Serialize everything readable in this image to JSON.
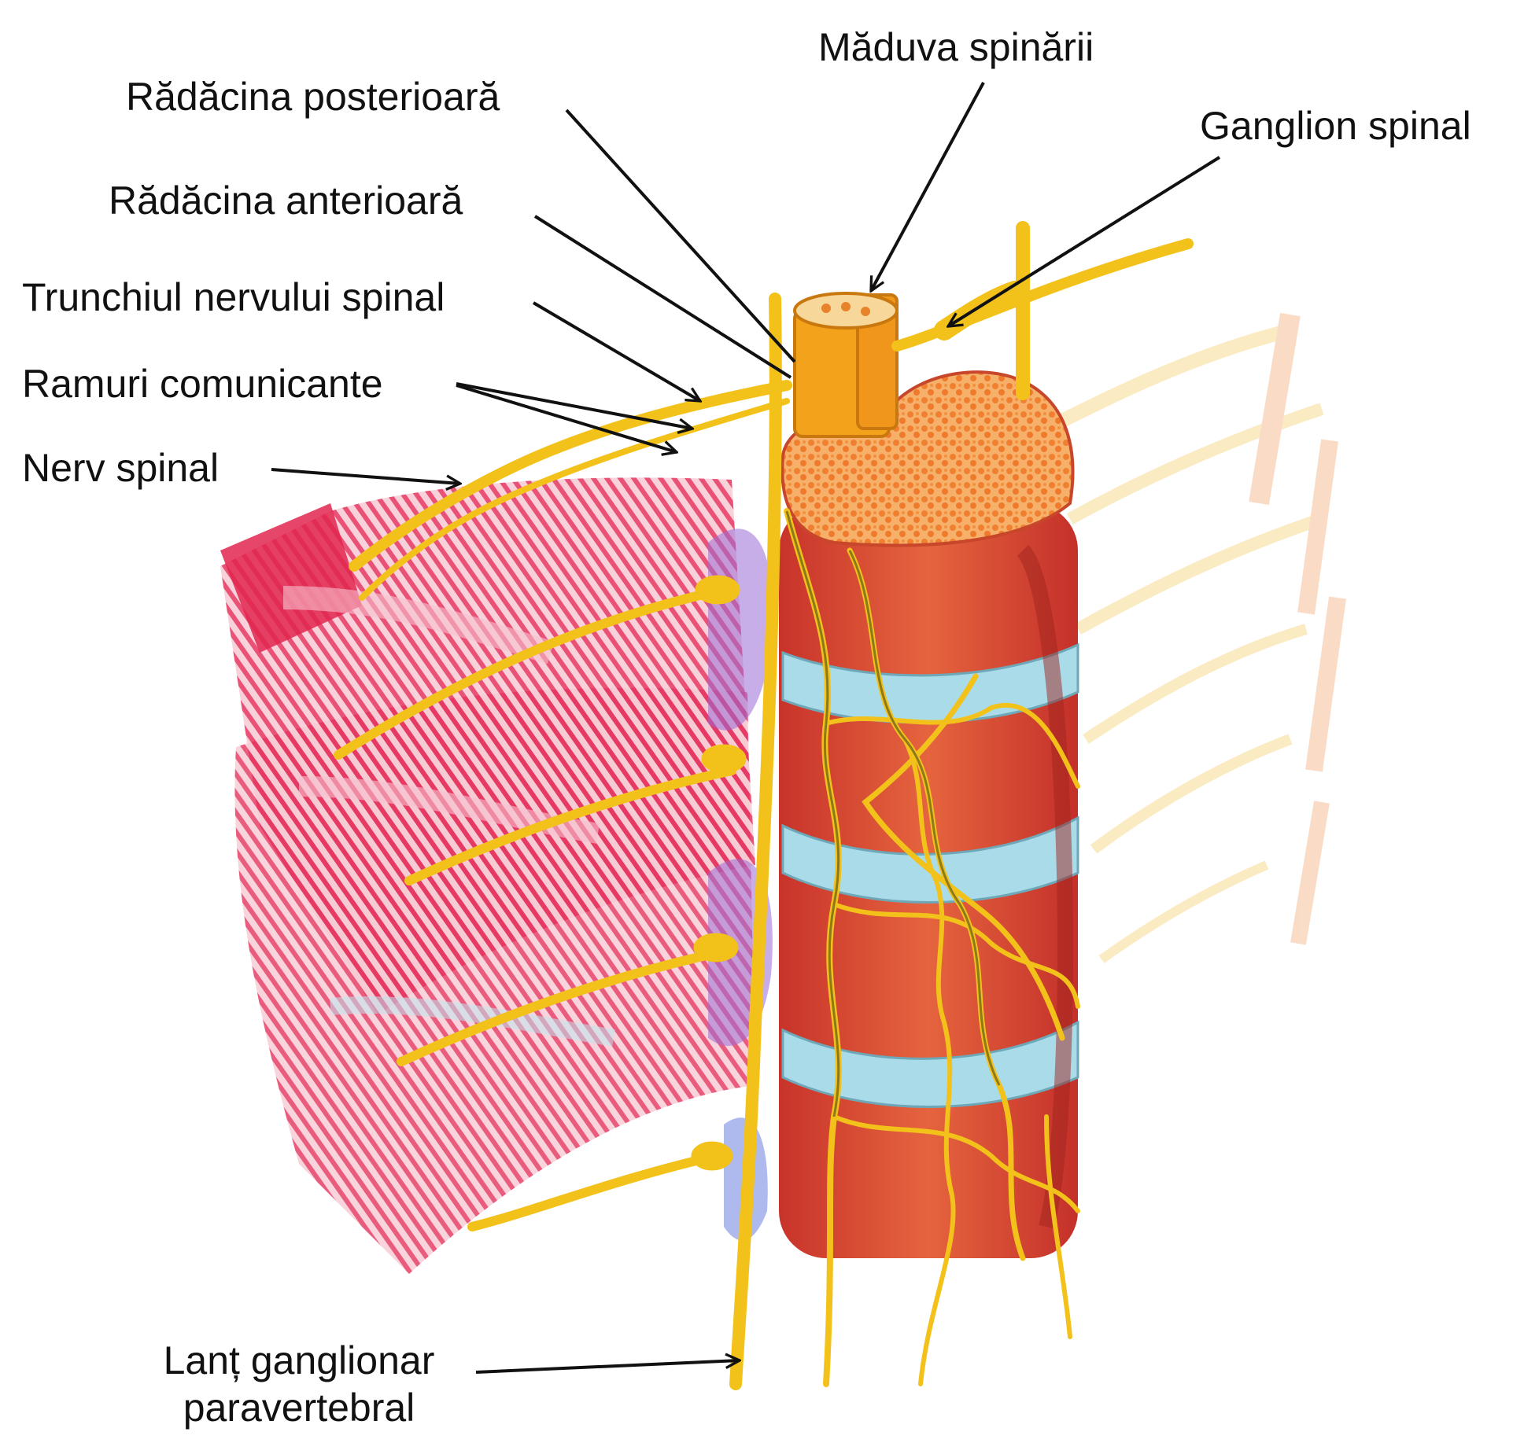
{
  "labels": {
    "maduva_spinarii": "Măduva spinării",
    "radacina_posterioara": "Rădăcina posterioară",
    "ganglion_spinal": "Ganglion spinal",
    "radacina_anterioara": "Rădăcina anterioară",
    "trunchiul_nervului_spinal": "Trunchiul nervului spinal",
    "ramuri_comunicante": "Ramuri comunicante",
    "nerv_spinal": "Nerv spinal",
    "lant_ganglionar_line1": "Lanț ganglionar",
    "lant_ganglionar_line2": "paravertebral"
  },
  "colors": {
    "nerve": "#f2c21b",
    "vertebra": "#e2553a",
    "bone": "#f08a3a",
    "disc": "#a9dbe8",
    "muscle": "#e83a63",
    "leader": "#111111"
  }
}
